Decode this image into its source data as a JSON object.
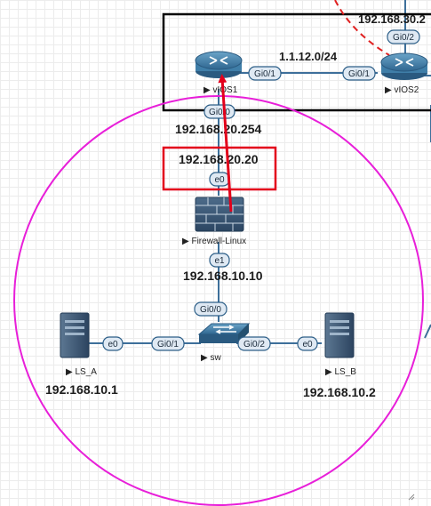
{
  "labels": {
    "net_r1_r2": "1.1.12.0/24",
    "ip_vios2_partial": "192.168.30.2",
    "ip_vios1_gi00": "192.168.20.254",
    "ip_fw_e0": "192.168.20.20",
    "ip_fw_e1": "192.168.10.10",
    "ip_ls_a": "192.168.10.1",
    "ip_ls_b": "192.168.10.2"
  },
  "nodes": {
    "vios1": "vIOS1",
    "vios2": "vIOS2",
    "firewall": "Firewall-Linux",
    "sw": "sw",
    "ls_a": "LS_A",
    "ls_b": "LS_B"
  },
  "ports": {
    "vios1_gi01": "Gi0/1",
    "vios2_gi01": "Gi0/1",
    "vios2_gi02": "Gi0/2",
    "vios1_gi00": "Gi0/0",
    "fw_e0": "e0",
    "fw_e1": "e1",
    "sw_gi00": "Gi0/0",
    "sw_gi01": "Gi0/1",
    "sw_gi02": "Gi0/2",
    "ls_a_e0": "e0",
    "ls_b_e0": "e0"
  },
  "colors": {
    "link": "#3d6f9a",
    "port_fill": "#dfe9f3",
    "port_stroke": "#2d5f88",
    "router": "#3f7ea8",
    "highlight_box": "#000000",
    "circle": "#e81fd9",
    "arrow": "#e3001b",
    "dashed": "#e02020",
    "device_dark": "#3b5470"
  }
}
